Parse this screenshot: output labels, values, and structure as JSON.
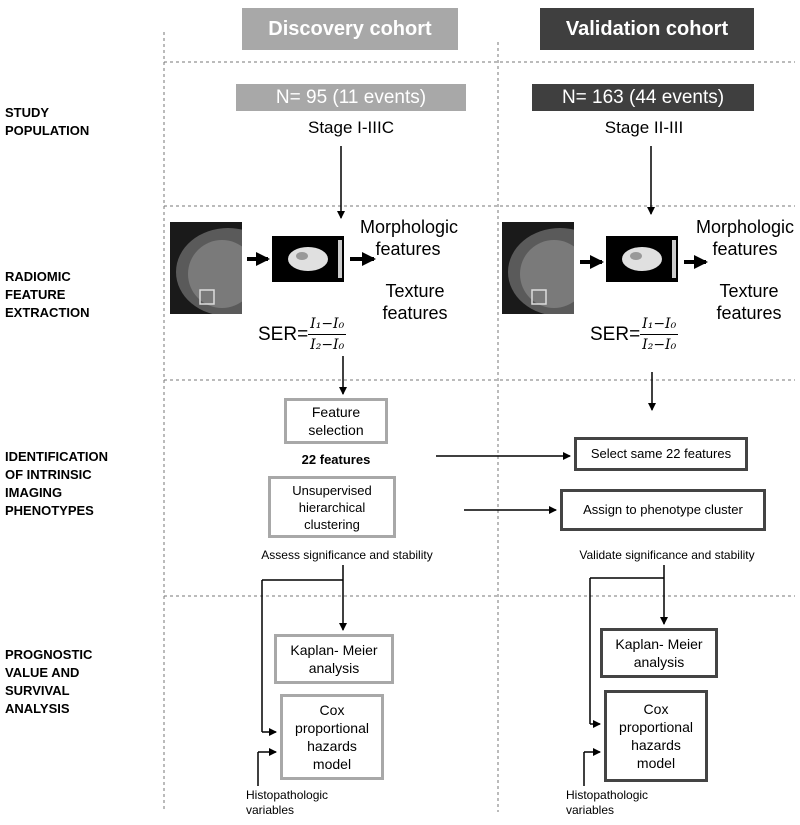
{
  "cohorts": {
    "discovery": {
      "title": "Discovery cohort",
      "n": "N= 95 (11 events)",
      "stage": "Stage I-IIIC",
      "feature_selection": "Feature\nselection",
      "features_count": "22 features",
      "clustering": "Unsupervised\nhierarchical\nclustering",
      "assess": "Assess significance and stability",
      "km": "Kaplan- Meier\nanalysis",
      "cox": "Cox\nproportional\nhazards\nmodel",
      "histo": "Histopathologic\nvariables",
      "color": "#a8a8a8"
    },
    "validation": {
      "title": "Validation cohort",
      "n": "N= 163 (44 events)",
      "stage": "Stage II-III",
      "select": "Select same 22 features",
      "assign": "Assign to phenotype cluster",
      "validate": "Validate significance and stability",
      "km": "Kaplan- Meier\nanalysis",
      "cox": "Cox\nproportional\nhazards\nmodel",
      "histo": "Histopathologic\nvariables",
      "color": "#3f3f3f"
    }
  },
  "rows": {
    "study": "STUDY\nPOPULATION",
    "radiomic": "RADIOMIC\nFEATURE\nEXTRACTION",
    "identification": "IDENTIFICATION\nOF INTRINSIC\nIMAGING\nPHENOTYPES",
    "prognostic": "PROGNOSTIC\nVALUE AND\nSURVIVAL\nANALYSIS"
  },
  "extraction": {
    "morph": "Morphologic\nfeatures",
    "texture": "Texture\nfeatures",
    "ser_label": "SER=",
    "ser_num": "I₁−I₀",
    "ser_den": "I₂−I₀"
  }
}
